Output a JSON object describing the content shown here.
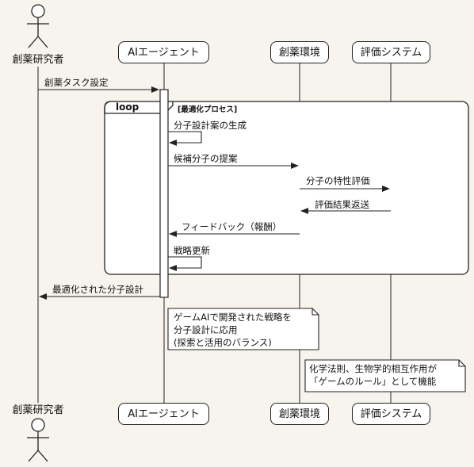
{
  "actors": {
    "researcher_top": "創薬研究者",
    "researcher_bottom": "創薬研究者"
  },
  "participants": {
    "agent": "AIエージェント",
    "environment": "創薬環境",
    "evaluation": "評価システム"
  },
  "messages": {
    "m1": "創薬タスク設定",
    "m2": "分子設計案の生成",
    "m3": "候補分子の提案",
    "m4": "分子の特性評価",
    "m5": "評価結果返送",
    "m6": "フィードバック（報酬）",
    "m7": "戦略更新",
    "m8": "最適化された分子設計"
  },
  "loop": {
    "tag": "loop",
    "condition": "[最適化プロセス]"
  },
  "notes": {
    "note1": [
      "ゲームAIで開発された戦略を",
      "分子設計に応用",
      "(探索と活用のバランス)"
    ],
    "note2": [
      "化学法則、生物学的相互作用が",
      "「ゲームのルール」として機能"
    ]
  },
  "colors": {
    "background": "#f6f4ec",
    "line": "#222222",
    "box_fill": "#ffffff",
    "activation_fill": "#ffffff"
  }
}
